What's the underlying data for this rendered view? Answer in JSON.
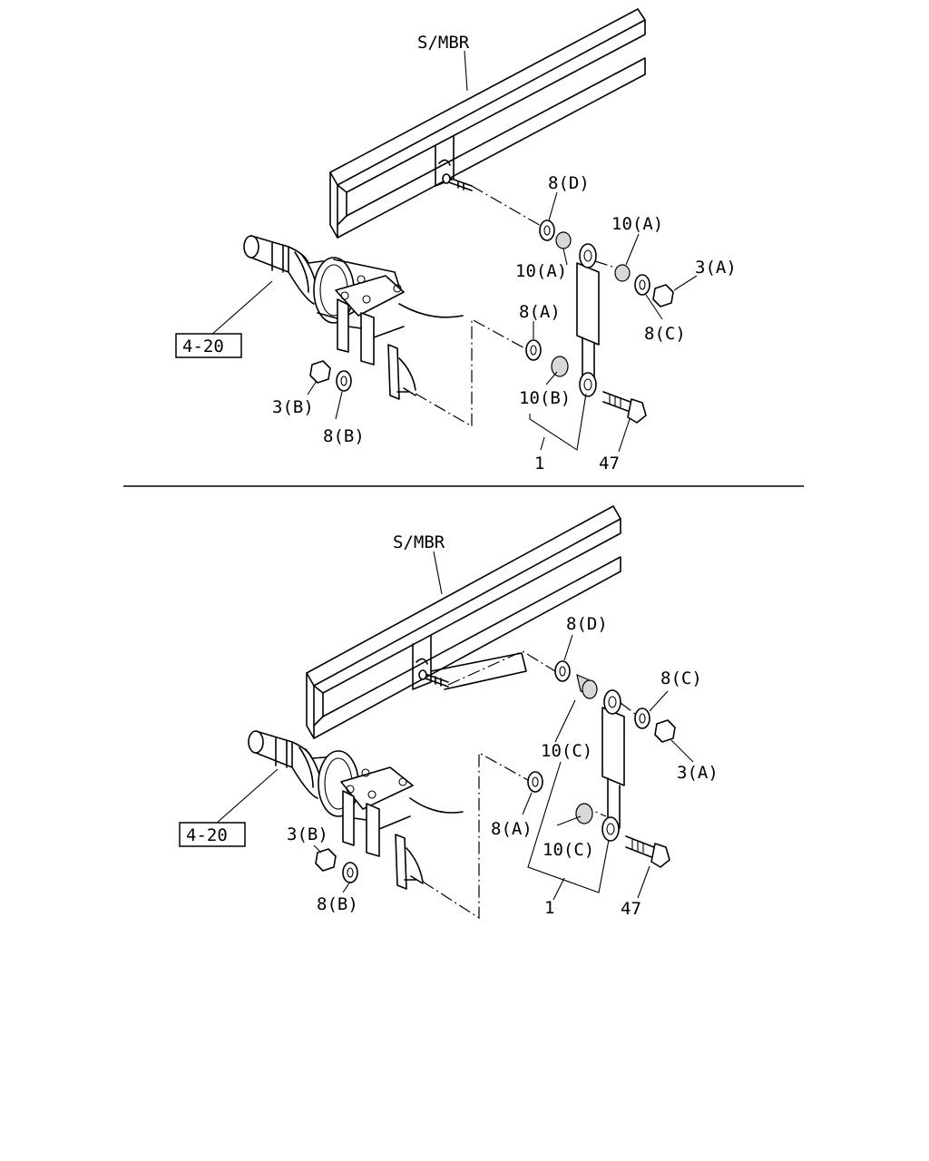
{
  "top_view": {
    "frame_label": "S/MBR",
    "ref_box": "4-20",
    "labels": {
      "p8D": "8(D)",
      "p10A_upper": "10(A)",
      "p10A_lower": "10(A)",
      "p3A": "3(A)",
      "p8A": "8(A)",
      "p8C": "8(C)",
      "p3B": "3(B)",
      "p10B": "10(B)",
      "p8B": "8(B)",
      "p1": "1",
      "p47": "47"
    }
  },
  "bottom_view": {
    "frame_label": "S/MBR",
    "ref_box": "4-20",
    "labels": {
      "p8D": "8(D)",
      "p8C": "8(C)",
      "p10C_upper": "10(C)",
      "p3A": "3(A)",
      "p3B": "3(B)",
      "p8A": "8(A)",
      "p10C_lower": "10(C)",
      "p8B": "8(B)",
      "p1": "1",
      "p47": "47"
    }
  }
}
